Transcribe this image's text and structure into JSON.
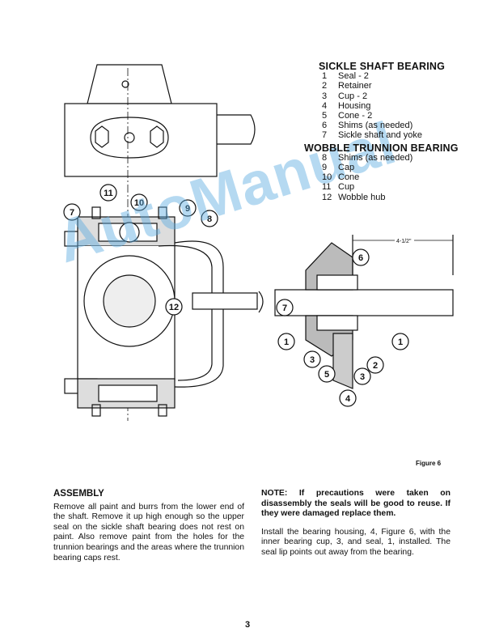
{
  "legend": {
    "sickle_title": "SICKLE SHAFT BEARING",
    "sickle_items": [
      {
        "num": "1",
        "label": "Seal - 2"
      },
      {
        "num": "2",
        "label": "Retainer"
      },
      {
        "num": "3",
        "label": "Cup - 2"
      },
      {
        "num": "4",
        "label": "Housing"
      },
      {
        "num": "5",
        "label": "Cone - 2"
      },
      {
        "num": "6",
        "label": "Shims (as needed)"
      },
      {
        "num": "7",
        "label": "Sickle shaft and yoke"
      }
    ],
    "wobble_title": "WOBBLE TRUNNION BEARING",
    "wobble_items": [
      {
        "num": "8",
        "label": "Shims (as needed)"
      },
      {
        "num": "9",
        "label": "Cap"
      },
      {
        "num": "10",
        "label": "Cone"
      },
      {
        "num": "11",
        "label": "Cup"
      },
      {
        "num": "12",
        "label": "Wobble hub"
      }
    ]
  },
  "figure": {
    "label": "Figure 6",
    "dimension": "4-1/2\"",
    "callouts": [
      "7",
      "11",
      "10",
      "9",
      "8",
      "12",
      "6",
      "7",
      "1",
      "1",
      "3",
      "2",
      "5",
      "3",
      "4"
    ]
  },
  "watermark": "AutoManual",
  "assembly": {
    "heading": "ASSEMBLY",
    "body": "Remove all paint and burrs from the lower end of the shaft. Remove it up high enough so the upper seal on the sickle shaft bearing does not rest on paint. Also remove paint from the holes for the trunnion bearings and the areas where the trunnion bearing caps rest."
  },
  "note": {
    "text": "NOTE: If precautions were taken on disassembly the seals will be good to reuse. If they were damaged replace them.",
    "body": "Install the bearing housing, 4, Figure 6, with the inner bearing cup, 3, and seal, 1, installed. The seal lip points out away from the bearing."
  },
  "page_number": "3"
}
